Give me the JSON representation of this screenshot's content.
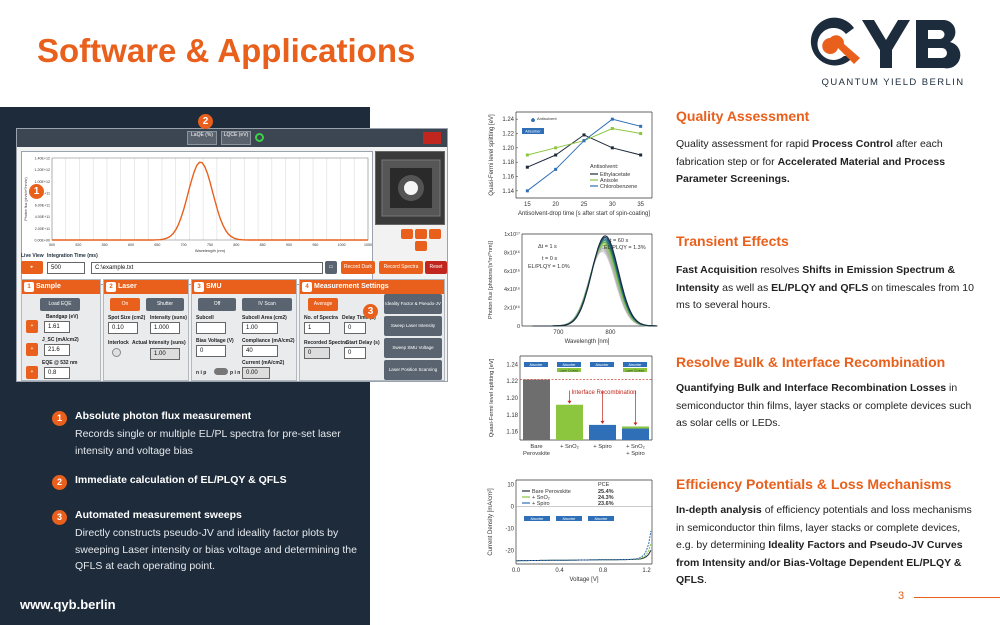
{
  "title": "Software & Applications",
  "logo": {
    "text": "QUANTUM YIELD BERLIN",
    "letters": "QYB"
  },
  "software": {
    "exposure_labels": [
      "LaQE (%)",
      "LQCE (eV)"
    ],
    "plot_xlabel": "Wavelength (nm)",
    "plot_ylabel": "Photon flux (ph/s/m²/nm/sr)",
    "plot_yticks": [
      "1.40E+12",
      "1.20E+12",
      "1.00E+12",
      "8.00E+11",
      "6.00E+11",
      "4.00E+11",
      "2.00E+11",
      "0.00E+00"
    ],
    "plot_xticks": [
      "500",
      "520",
      "550",
      "600",
      "650",
      "700",
      "750",
      "800",
      "850",
      "900",
      "950",
      "1000",
      "1050"
    ],
    "live_view_label": "Live View",
    "integration_label": "Integration Time (ms)",
    "integration_value": "500",
    "path_value": "C:\\example.txt",
    "record_dark": "Record Dark",
    "record_spectra": "Record Spectra",
    "reset": "Reset",
    "sections": {
      "sample": {
        "num": "1",
        "title": "Sample",
        "load": "Load EQE",
        "bandgap_label": "Bandgap (eV)",
        "bandgap_value": "1.61",
        "jsc_label": "J_SC (mA/cm2)",
        "jsc_value": "21.6",
        "eqe_label": "EQE @ 532 nm",
        "eqe_value": "0.8"
      },
      "laser": {
        "num": "2",
        "title": "Laser",
        "on": "On",
        "shutter": "Shutter",
        "spot_label": "Spot Size (cm2)",
        "spot_value": "0.10",
        "intensity_label": "Intensity (suns)",
        "intensity_value": "1.000",
        "interlock": "Interlock",
        "actual_label": "Actual Intensity (suns)",
        "actual_value": "1.00"
      },
      "smu": {
        "num": "3",
        "title": "SMU",
        "onoff": "Off",
        "ivscan": "IV Scan",
        "subcell_label": "Subcell",
        "subcell_area_label": "Subcell Area (cm2)",
        "subcell_area_value": "1.00",
        "bias_label": "Bias Voltage (V)",
        "bias_value": "0",
        "compliance_label": "Compliance (mA/cm2)",
        "compliance_value": "40",
        "current_label": "Current (mA/cm2)",
        "current_value": "0.00",
        "nip": "n i p",
        "pin": "p i n"
      },
      "measurement": {
        "num": "4",
        "title": "Measurement Settings",
        "average": "Average",
        "nspectra_label": "No. of Spectra",
        "nspectra_value": "1",
        "delay_label": "Delay Time (s)",
        "delay_value": "0",
        "recorded_label": "Recorded Spectra",
        "recorded_value": "0",
        "start_delay_label": "Start Delay (s)",
        "start_delay_value": "0"
      }
    },
    "side_buttons": [
      "Ideality Factor & Pseudo-JV",
      "Sweep Laser Intensity",
      "Sweep SMU Voltage",
      "Laser Position Scanning"
    ]
  },
  "callouts": [
    "1",
    "2",
    "3"
  ],
  "features": [
    {
      "num": "1",
      "title": "Absolute photon flux measurement",
      "desc": "Records single or multiple EL/PL spectra for pre-set laser intensity and voltage bias"
    },
    {
      "num": "2",
      "title": "Immediate calculation of EL/PLQY & QFLS",
      "desc": ""
    },
    {
      "num": "3",
      "title": "Automated measurement sweeps",
      "desc": "Directly constructs pseudo-JV and ideality factor plots by sweeping Laser intensity or bias voltage and determining the QFLS at each operating point."
    }
  ],
  "url": "www.qyb.berlin",
  "sections": [
    {
      "title": "Quality Assessment"
    },
    {
      "title": "Transient Effects"
    },
    {
      "title": "Resolve Bulk & Interface Recombination"
    },
    {
      "title": "Efficiency Potentials & Loss Mechanisms"
    }
  ],
  "section_texts": {
    "qa": [
      "Quality assessment for rapid ",
      "Process Control",
      " after each fabrication step or for ",
      "Accelerated Material and Process Parameter Screenings."
    ],
    "te": [
      "Fast Acquisition",
      " resolves ",
      "Shifts in Emission Spectrum & Intensity",
      " as well as ",
      "EL/PLQY and QFLS",
      " on timescales from 10 ms to several hours."
    ],
    "rb": [
      "Quantifying Bulk and Interface Recombination Losses",
      " in semiconductor thin films, layer stacks or complete devices such as solar cells or LEDs."
    ],
    "ep": [
      "In-depth analysis",
      " of efficiency potentials and loss mechanisms in semiconductor thin films, layer stacks or complete devices, e.g. by determining ",
      "Ideality Factors and Pseudo-JV Curves from Intensity and/or Bias-Voltage Dependent EL/PLQY & QFLS",
      "."
    ]
  },
  "page_number": "3",
  "chart_data": [
    {
      "type": "line",
      "xlabel": "Antisolvent-drop time [s after start of spin-coating]",
      "ylabel": "Quasi-Fermi level splitting [eV]",
      "x": [
        15,
        20,
        25,
        30,
        35
      ],
      "xlim": [
        13,
        37
      ],
      "ylim": [
        1.13,
        1.25
      ],
      "xticks": [
        "15",
        "20",
        "25",
        "30",
        "35"
      ],
      "yticks": [
        "1.14",
        "1.16",
        "1.18",
        "1.20",
        "1.22",
        "1.24"
      ],
      "legend_title": "Antisolvent:",
      "annotation": "Antisolvent",
      "annotation_layer": "Absorber",
      "series": [
        {
          "name": "Ethylacetate",
          "color": "#1d2b3b",
          "values": [
            1.173,
            1.19,
            1.218,
            1.2,
            1.19
          ]
        },
        {
          "name": "Anisole",
          "color": "#8cc63f",
          "values": [
            1.19,
            1.2,
            1.21,
            1.227,
            1.22
          ]
        },
        {
          "name": "Chlorobenzene",
          "color": "#2f6fb8",
          "values": [
            1.14,
            1.17,
            1.21,
            1.24,
            1.23
          ]
        }
      ]
    },
    {
      "type": "line",
      "xlabel": "Wavelength [nm]",
      "ylabel": "Photon flux [photons/(s*m²*nm)]",
      "xlim": [
        630,
        880
      ],
      "ylim": [
        0,
        10
      ],
      "xticks": [
        "700",
        "800"
      ],
      "yticks": [
        "0",
        "2x10¹⁶",
        "4x10¹⁶",
        "6x10¹⁶",
        "8x10¹⁶",
        "1x10¹⁷"
      ],
      "annotations": [
        "Δt = 1 s",
        "t = 0 s",
        "EL/PLQY = 1.0%",
        "t = 60 s",
        "EL/PLQY = 1.3%"
      ]
    },
    {
      "type": "bar",
      "ylabel": "Quasi-Fermi level splitting [eV]",
      "categories": [
        "Bare Perovskite",
        "+ SnO₂",
        "+ Spiro",
        "+ SnO₂ + Spiro"
      ],
      "values": [
        1.222,
        1.192,
        1.168,
        1.166
      ],
      "colors": [
        "#6e6e6e",
        "#8cc63f",
        "#2f6fb8",
        "#2f6fb8"
      ],
      "ylim": [
        1.15,
        1.25
      ],
      "yticks": [
        "1.16",
        "1.18",
        "1.20",
        "1.22",
        "1.24"
      ],
      "annotation": "Interface Recombination",
      "layer_labels": [
        "Absorber",
        "Layer Contact"
      ]
    },
    {
      "type": "line",
      "xlabel": "Voltage [V]",
      "ylabel": "Current Density [mA/cm²]",
      "xlim": [
        0,
        1.25
      ],
      "ylim": [
        -26,
        12
      ],
      "xticks": [
        "0.0",
        "0.4",
        "0.8",
        "1.2"
      ],
      "yticks": [
        "10",
        "0",
        "-10",
        "-20"
      ],
      "pce_header": "PCE",
      "series": [
        {
          "name": "Bare Perovskite",
          "color": "#1d2b3b",
          "pce": "25.4%"
        },
        {
          "name": "+ SnO₂",
          "color": "#8cc63f",
          "pce": "24.3%"
        },
        {
          "name": "+ Spiro",
          "color": "#2f6fb8",
          "pce": "23.6%"
        }
      ]
    }
  ]
}
